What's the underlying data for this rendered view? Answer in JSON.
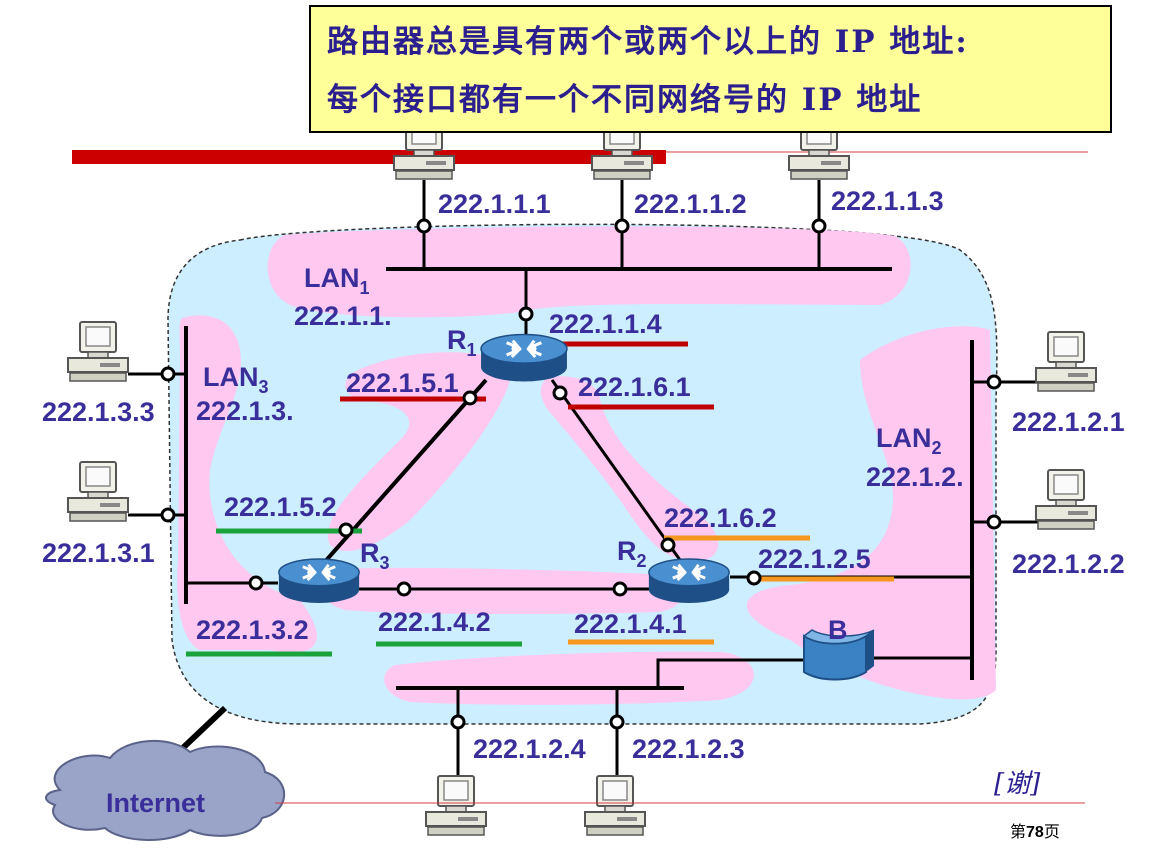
{
  "callout": {
    "line1": "路由器总是具有两个或两个以上的 IP 地址:",
    "line2": "每个接口都有一个不同网络号的 IP 地址"
  },
  "lan1": {
    "name": "LAN",
    "sub": "1",
    "net": "222.1.1."
  },
  "lan2": {
    "name": "LAN",
    "sub": "2",
    "net": "222.1.2."
  },
  "lan3": {
    "name": "LAN",
    "sub": "3",
    "net": "222.1.3."
  },
  "routers": {
    "r1": {
      "name": "R",
      "sub": "1"
    },
    "r2": {
      "name": "R",
      "sub": "2"
    },
    "r3": {
      "name": "R",
      "sub": "3"
    }
  },
  "bridge": "B",
  "internet": "Internet",
  "addresses": {
    "h111": "222.1.1.1",
    "h112": "222.1.1.2",
    "h113": "222.1.1.3",
    "r1_lan1": "222.1.1.4",
    "r1_a": "222.1.5.1",
    "r1_b": "222.1.6.1",
    "r3_a": "222.1.5.2",
    "r2_b": "222.1.6.2",
    "r2_lan2": "222.1.2.5",
    "r3_lan3": "222.1.3.2",
    "r3_c": "222.1.4.2",
    "r2_c": "222.1.4.1",
    "h133": "222.1.3.3",
    "h131": "222.1.3.1",
    "h121": "222.1.2.1",
    "h122": "222.1.2.2",
    "h124": "222.1.2.4",
    "h123": "222.1.2.3"
  },
  "note": "[谢]",
  "page": {
    "prefix": "第",
    "number": "78",
    "suffix": "页"
  },
  "colors": {
    "cloud_fill": "#cdeeff",
    "lan_fill": "#ffc8f0",
    "label": "#3a2f9a",
    "underline_red": "#c00000",
    "underline_green": "#1aa33a",
    "underline_orange": "#f5961e",
    "top_bar": "#cc0000",
    "internet_cloud": "#9aa4c8"
  }
}
